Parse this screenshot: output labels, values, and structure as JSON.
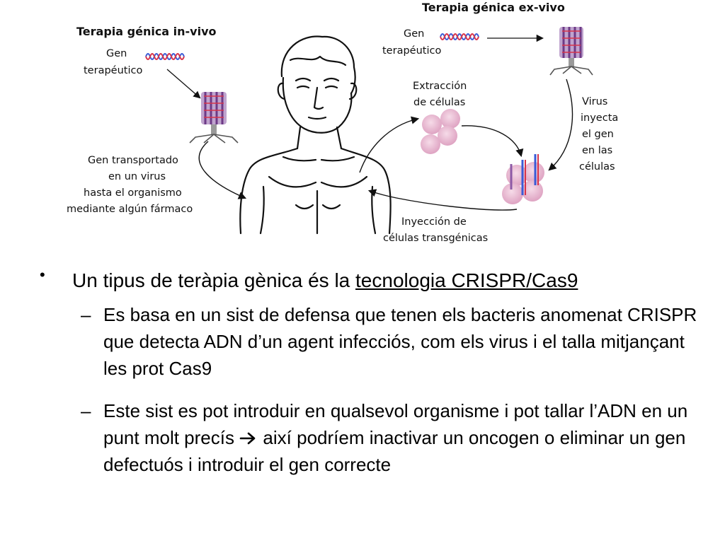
{
  "diagram": {
    "title_invivo": "Terapia génica in-vivo",
    "title_exvivo": "Terapia génica ex-vivo",
    "gen_line1": "Gen",
    "gen_line2": "terapéutico",
    "transport_line1": "Gen transportado",
    "transport_line2": "en un virus",
    "transport_line3": "hasta el organismo",
    "transport_line4": "mediante algún fármaco",
    "extraction_line1": "Extracción",
    "extraction_line2": "de células",
    "virus_line1": "Virus",
    "virus_line2": "inyecta",
    "virus_line3": "el gen",
    "virus_line4": "en las",
    "virus_line5": "células",
    "injection_line1": "Inyección de",
    "injection_line2": "células transgénicas",
    "colors": {
      "dna_blue": "#3b5bd6",
      "dna_red": "#d8344a",
      "capsid": "#8d5aa6",
      "cell_pink": "#e9b3cf",
      "line": "#111111"
    }
  },
  "bullets": {
    "main_prefix": "Un tipus de teràpia gènica és la ",
    "main_link": "tecnologia CRISPR/Cas9",
    "sub1": "Es basa en un sist de defensa que tenen els bacteris anomenat CRISPR que detecta ADN d’un agent infecciós, com els virus i el talla mitjançant les prot Cas9",
    "sub2_before_arrow": "Este sist es pot introduir en qualsevol organisme i pot tallar l’ADN en un punt molt precís ",
    "sub2_after_arrow": " així podríem inactivar un oncogen o eliminar un gen defectuós i introduir el gen correcte",
    "bullet_symbol": "•",
    "dash_symbol": "–"
  }
}
